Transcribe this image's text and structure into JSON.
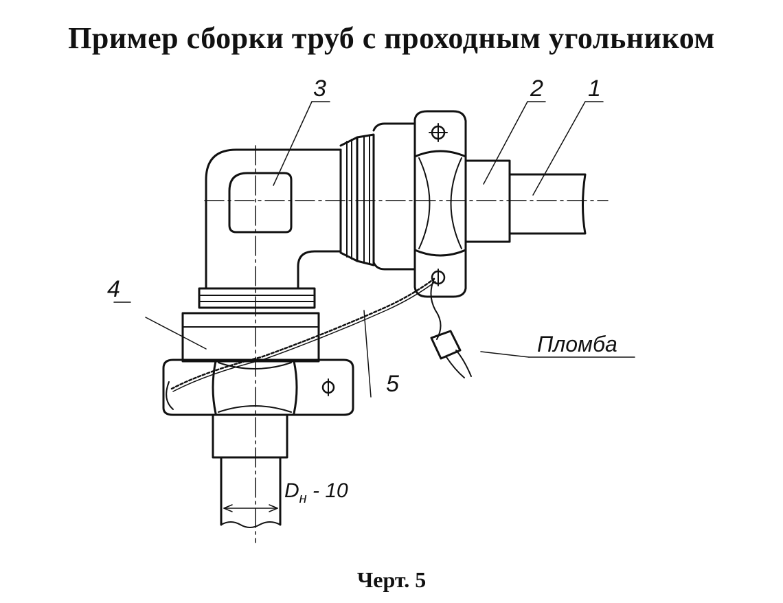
{
  "title": "Пример сборки труб с проходным угольником",
  "caption": "Черт. 5",
  "labels": {
    "part1": "1",
    "part2": "2",
    "part3": "3",
    "part4": "4",
    "part5": "5",
    "seal": "Пломба",
    "dim_main": "D",
    "dim_sub": "н",
    "dim_rest": " - 10"
  },
  "colors": {
    "ink": "#111111",
    "paper": "#ffffff"
  }
}
